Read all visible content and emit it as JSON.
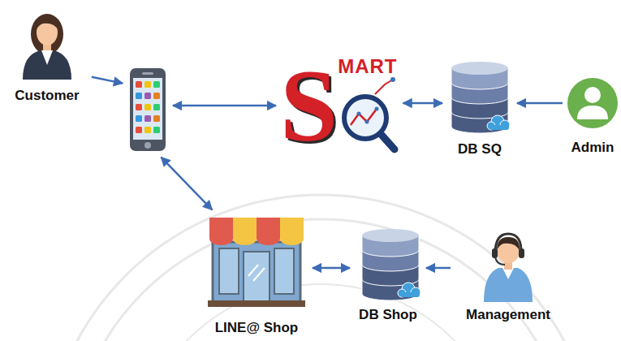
{
  "diagram": {
    "nodes": [
      {
        "text": [
          "Customer"
        ]
      },
      {
        "text": []
      },
      {
        "text": [
          "S",
          "MART"
        ]
      },
      {
        "text": [
          "DB SQ"
        ]
      },
      {
        "text": [
          "Admin"
        ]
      },
      {
        "text": [
          "LINE@ Shop"
        ]
      },
      {
        "text": [
          "DB Shop"
        ]
      },
      {
        "text": [
          "Management"
        ]
      }
    ],
    "edges": [
      {
        "from": 0,
        "to": 1,
        "arrow": "to"
      },
      {
        "from": 1,
        "to": 2,
        "arrow": "both"
      },
      {
        "from": 2,
        "to": 3,
        "arrow": "both"
      },
      {
        "from": 4,
        "to": 3,
        "arrow": "to"
      },
      {
        "from": 1,
        "to": 5,
        "arrow": "both"
      },
      {
        "from": 5,
        "to": 6,
        "arrow": "both"
      },
      {
        "from": 7,
        "to": 6,
        "arrow": "to"
      }
    ]
  }
}
